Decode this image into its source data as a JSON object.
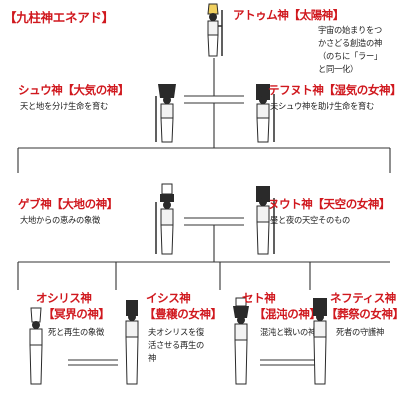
{
  "title": "【九柱神エネアド】",
  "atum": {
    "name": "アトゥム神【太陽神】",
    "desc": [
      "宇宙の始まりをつ",
      "かさどる創造の神",
      "（のちに「ラー」",
      "と同一化）"
    ]
  },
  "shu": {
    "name": "シュウ神【大気の神】",
    "desc": "天と地を分け生命を育む"
  },
  "tefnut": {
    "name": "テフヌト神【湿気の女神】",
    "desc": "夫シュウ神を助け生命を育む"
  },
  "geb": {
    "name": "ゲブ神【大地の神】",
    "desc": "大地からの恵みの象徴"
  },
  "nut": {
    "name": "ヌウト神【天空の女神】",
    "desc": "昼と夜の天空そのもの"
  },
  "osiris": {
    "name1": "オシリス神",
    "name2": "【冥界の神】",
    "desc": "死と再生の象徴"
  },
  "isis": {
    "name1": "イシス神",
    "name2": "【豊穣の女神】",
    "desc": [
      "夫オシリスを復",
      "活させる再生の",
      "神"
    ]
  },
  "set": {
    "name1": "セト神",
    "name2": "【混沌の神】",
    "desc": "混沌と戦いの神"
  },
  "nephthys": {
    "name1": "ネフティス神",
    "name2": "【葬祭の女神】",
    "desc": "死者の守護神"
  },
  "colors": {
    "accent": "#d0181e",
    "line": "#333333",
    "figure": "#2a2a2a",
    "gold": "#f0d060"
  }
}
